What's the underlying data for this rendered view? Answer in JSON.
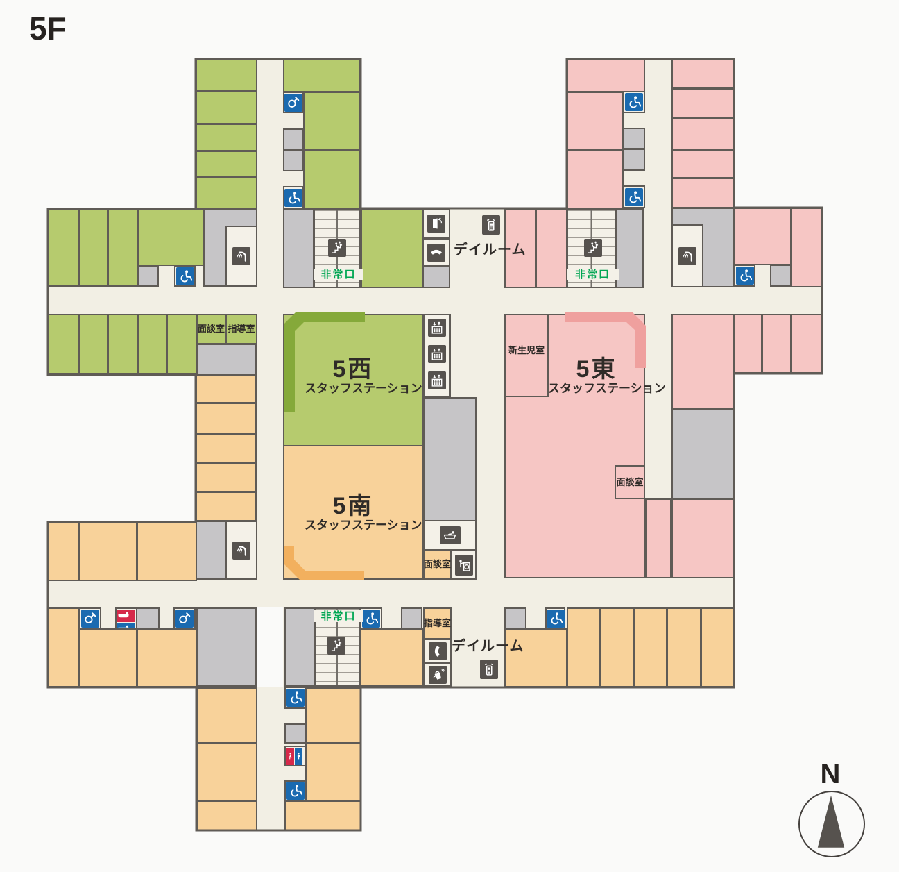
{
  "title": "5F",
  "compass": {
    "label": "N"
  },
  "stations": {
    "west": {
      "name": "5西",
      "subtitle": "スタッフステーション"
    },
    "south": {
      "name": "5南",
      "subtitle": "スタッフステーション"
    },
    "east": {
      "name": "5東",
      "subtitle": "スタッフステーション"
    }
  },
  "room_labels": {
    "interview": "面談室",
    "guidance": "指導室",
    "newborn_room": "新生児室",
    "dayroom": "デイルーム",
    "emergency_exit": "非常口"
  },
  "icons": {
    "wheelchair": "wheelchair-accessible",
    "handheld_shower": "shower-ring-handle",
    "shower": "shower-head",
    "stairs": "stairs-with-person",
    "elevator": "elevator-up-down",
    "door": "exit-door",
    "phone": "telephone-receiver",
    "public_phone": "mobile-public-phone",
    "bath": "bathtub-with-person",
    "bath_mf": "bath-red-blue",
    "toilet_mf": "toilet-male-female",
    "laundry": "washing-machine",
    "kettle": "hot-water-kettle",
    "compass": "north-arrow"
  },
  "colors": {
    "green": "#b6cb6e",
    "green_accent": "#85a93a",
    "pink": "#f6c6c4",
    "pink_accent": "#efa09e",
    "orange": "#f8d29a",
    "orange_accent": "#f2b05e",
    "gray": "#c6c5c7",
    "floor": "#f2efe4",
    "wall": "#5f5b56",
    "icon_dark": "#56524e",
    "icon_blue": "#1a6ab0",
    "toilet_red": "#d6294a",
    "exit_green": "#00a653"
  }
}
